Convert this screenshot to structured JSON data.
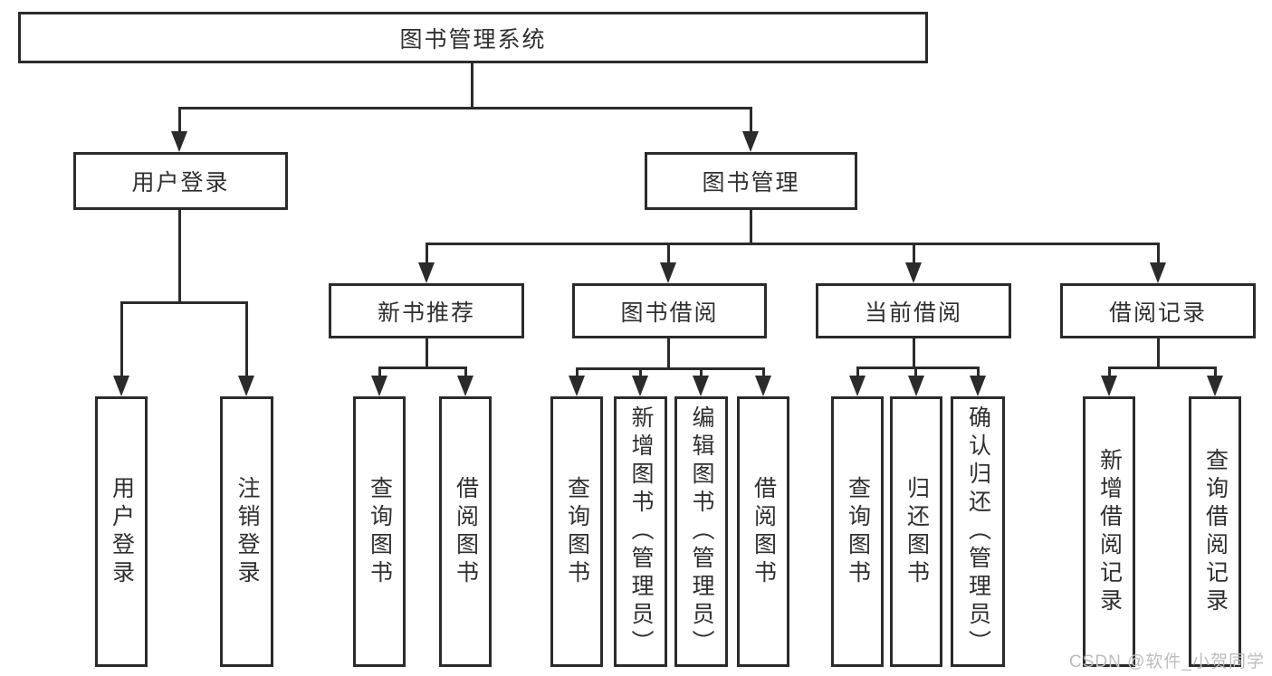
{
  "watermark": "CSDN @软件_小贺同学",
  "colors": {
    "line": "#2b2b2b",
    "box_border": "#2b2b2b",
    "box_background": "#ffffff",
    "text": "#2f2f2f",
    "watermark": "#bdbdbd",
    "page_background": "#ffffff"
  },
  "tree": {
    "label": "图书管理系统",
    "children": [
      {
        "label": "用户登录",
        "children": [
          {
            "label": "用户登录"
          },
          {
            "label": "注销登录"
          }
        ]
      },
      {
        "label": "图书管理",
        "children": [
          {
            "label": "新书推荐",
            "children": [
              {
                "label": "查询图书"
              },
              {
                "label": "借阅图书"
              }
            ]
          },
          {
            "label": "图书借阅",
            "children": [
              {
                "label": "查询图书"
              },
              {
                "label": "新增图书（管理员）"
              },
              {
                "label": "编辑图书（管理员）"
              },
              {
                "label": "借阅图书"
              }
            ]
          },
          {
            "label": "当前借阅",
            "children": [
              {
                "label": "查询图书"
              },
              {
                "label": "归还图书"
              },
              {
                "label": "确认归还（管理员）"
              }
            ]
          },
          {
            "label": "借阅记录",
            "children": [
              {
                "label": "新增借阅记录"
              },
              {
                "label": "查询借阅记录"
              }
            ]
          }
        ]
      }
    ]
  }
}
